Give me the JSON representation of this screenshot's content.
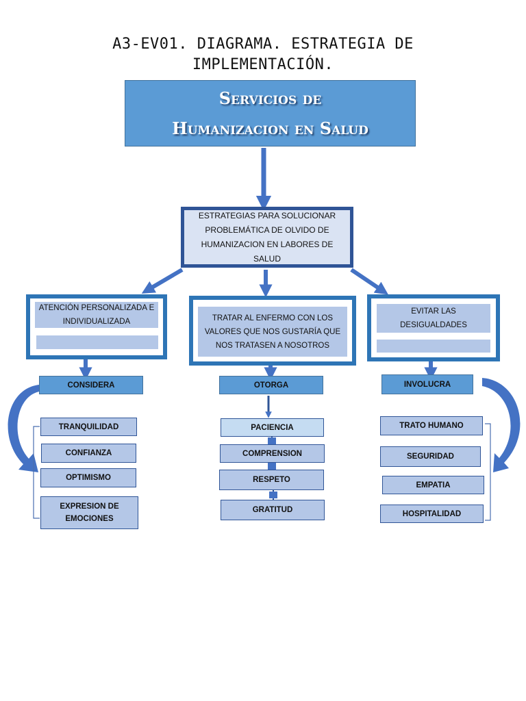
{
  "title": {
    "line1": "A3-EV01. DIAGRAMA. ESTRATEGIA DE",
    "line2": "IMPLEMENTACIÓN."
  },
  "main": {
    "line1": "Servicios de",
    "line2": "Humanizacion en Salud"
  },
  "strategy": {
    "line1": "ESTRATEGIAS PARA SOLUCIONAR",
    "line2": "PROBLEMÁTICA DE OLVIDO DE",
    "line3": "HUMANIZACION EN LABORES DE",
    "line4": "SALUD"
  },
  "branches": {
    "left": {
      "line1": "ATENCIÓN PERSONALIZADA E",
      "line2": "INDIVIDUALIZADA",
      "label": "CONSIDERA",
      "items": [
        "TRANQUILIDAD",
        "CONFIANZA",
        "OPTIMISMO",
        "EXPRESION DE EMOCIONES"
      ]
    },
    "center": {
      "line1": "TRATAR AL ENFERMO CON LOS",
      "line2": "VALORES QUE NOS GUSTARÍA QUE",
      "line3": "NOS TRATASEN A NOSOTROS",
      "label": "OTORGA",
      "items": [
        "PACIENCIA",
        "COMPRENSION",
        "RESPETO",
        "GRATITUD"
      ]
    },
    "right": {
      "line1": "EVITAR LAS",
      "line2": "DESIGUALDADES",
      "label": "INVOLUCRA",
      "items": [
        "TRATO HUMANO",
        "SEGURIDAD",
        "EMPATIA",
        "HOSPITALIDAD"
      ]
    }
  },
  "colors": {
    "arrow": "#4472c4",
    "dark_border": "#2f5496",
    "medium_border": "#2e75b6"
  }
}
